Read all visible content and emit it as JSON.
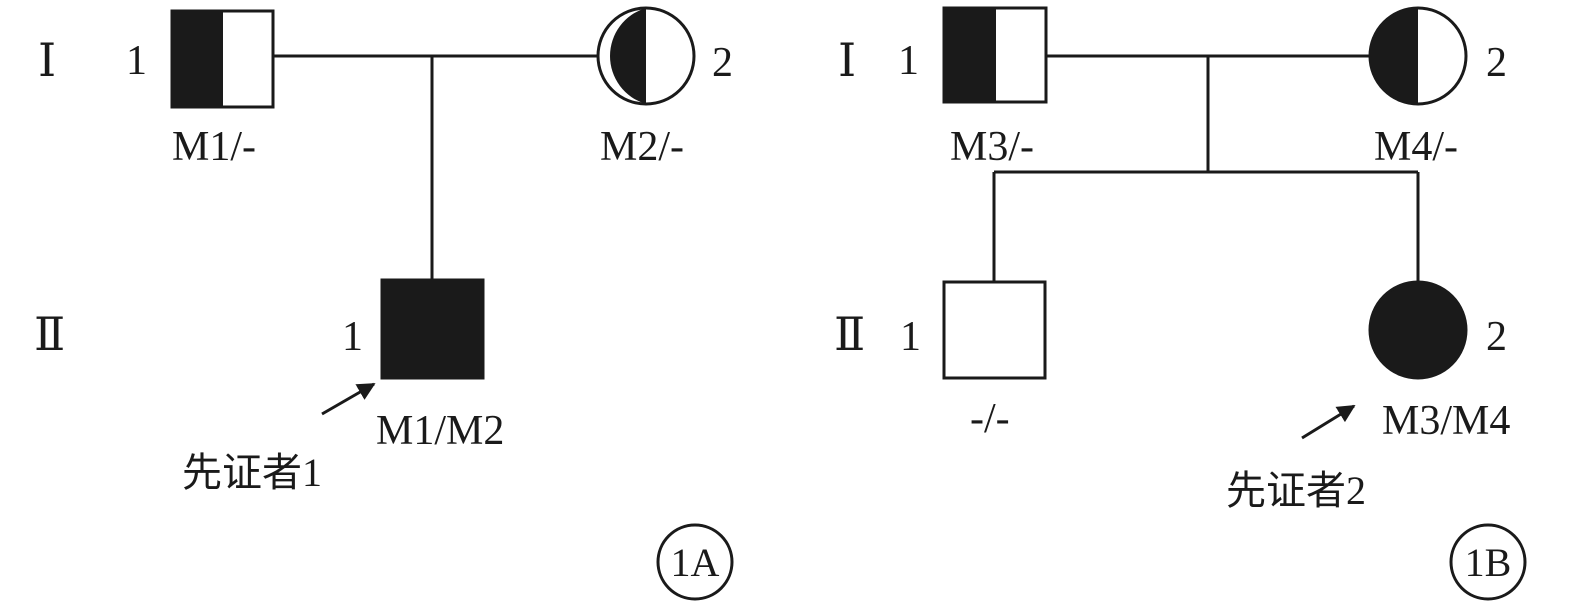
{
  "colors": {
    "ink": "#1a1a1a",
    "background": "#ffffff"
  },
  "panel_a": {
    "gen_1": "Ⅰ",
    "gen_2": "Ⅱ",
    "father": {
      "number": "1",
      "genotype": "M1/-",
      "affected": "carrier-left-half"
    },
    "mother": {
      "number": "2",
      "genotype": "M2/-",
      "affected": "carrier-left-half"
    },
    "son": {
      "number": "1",
      "genotype": "M1/M2",
      "affected": "affected"
    },
    "proband_label": "先证者1",
    "panel_label": "1A"
  },
  "panel_b": {
    "gen_1": "Ⅰ",
    "gen_2": "Ⅱ",
    "father": {
      "number": "1",
      "genotype": "M3/-",
      "affected": "carrier-left-half"
    },
    "mother": {
      "number": "2",
      "genotype": "M4/-",
      "affected": "carrier-left-half"
    },
    "son": {
      "number": "1",
      "genotype": "-/-",
      "affected": "unaffected"
    },
    "daughter": {
      "number": "2",
      "genotype": "M3/M4",
      "affected": "affected"
    },
    "proband_label": "先证者2",
    "panel_label": "1B"
  }
}
